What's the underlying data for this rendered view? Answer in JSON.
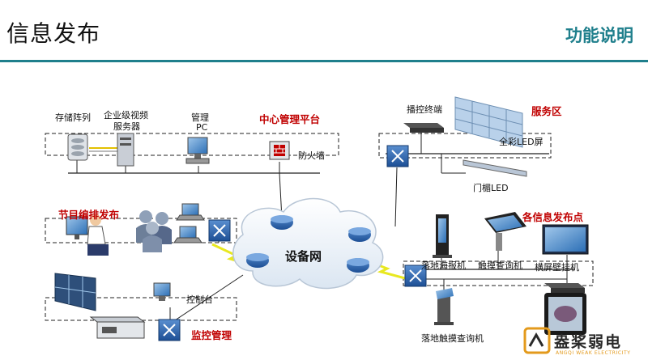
{
  "header": {
    "title": "信息发布",
    "subtitle": "功能说明"
  },
  "labels": {
    "storage": "存储阵列",
    "video_server_1": "企业级视频",
    "video_server_2": "服务器",
    "mgmt_pc_1": "管理",
    "mgmt_pc_2": "PC",
    "firewall": "防火墙",
    "player": "播控终端",
    "led_full": "全彩LED屏",
    "led_door": "门楣LED",
    "console": "控制台",
    "cloud": "设备网",
    "floor_poster": "落地海报机",
    "touch_kiosk": "触摸查询机",
    "wall_mount": "横屏壁挂机",
    "floor_touch": "落地触摸查询机"
  },
  "zones": {
    "center": "中心管理平台",
    "service": "服务区",
    "program": "节目编排发布",
    "monitor": "监控管理",
    "release": "各信息发布点"
  },
  "logo": {
    "name": "盎桨弱电",
    "english": "ANGQI WEAK ELECTRICITY"
  },
  "colors": {
    "accent": "#1f7f8c",
    "zone_title": "#c00000",
    "logo_orange": "#e39a1c",
    "link": "#e8e820"
  }
}
